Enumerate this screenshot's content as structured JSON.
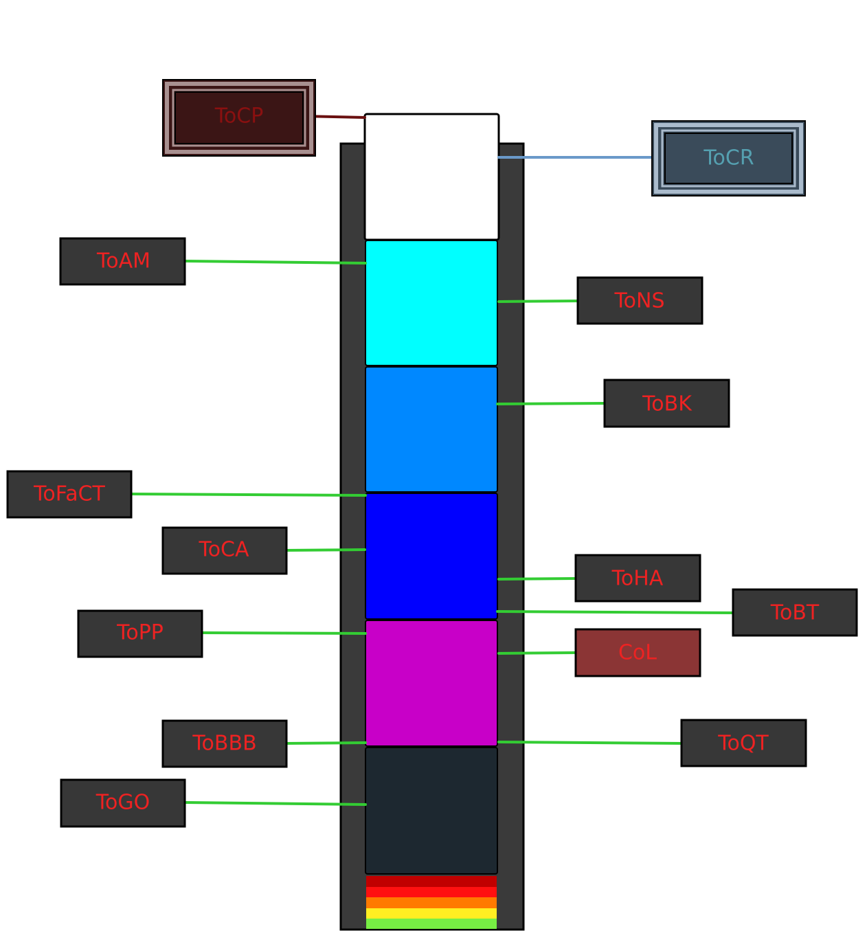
{
  "colors": {
    "label_box_fill": "#373737",
    "label_text": "#ee2222",
    "connector": "#33cc33",
    "tower_frame": "#3a3a3a",
    "tocp_box": "#3b1515",
    "tocp_text": "#8a1010",
    "tocp_connector": "#6a1010",
    "tocr_box": "#3a4b5a",
    "tocr_text": "#55a0b0",
    "tocr_connector": "#6a99c9",
    "col_box": "#8b3535"
  },
  "tower": {
    "segments": [
      {
        "name": "white",
        "color": "#ffffff"
      },
      {
        "name": "cyan",
        "color": "#00ffff"
      },
      {
        "name": "azure",
        "color": "#0088ff"
      },
      {
        "name": "blue",
        "color": "#0000ff"
      },
      {
        "name": "magenta",
        "color": "#c800c8"
      },
      {
        "name": "dark-navy",
        "color": "#1d2830"
      }
    ],
    "stripes": [
      "#c00000",
      "#ff1010",
      "#ff7a00",
      "#ffee22",
      "#77ee44"
    ]
  },
  "labels": [
    {
      "id": "tocp",
      "text": "ToCP",
      "style": "special-red"
    },
    {
      "id": "tocr",
      "text": "ToCR",
      "style": "special-blue"
    },
    {
      "id": "toam",
      "text": "ToAM",
      "style": "normal"
    },
    {
      "id": "tons",
      "text": "ToNS",
      "style": "normal"
    },
    {
      "id": "tobk",
      "text": "ToBK",
      "style": "normal"
    },
    {
      "id": "tofact",
      "text": "ToFaCT",
      "style": "normal"
    },
    {
      "id": "toca",
      "text": "ToCA",
      "style": "normal"
    },
    {
      "id": "toha",
      "text": "ToHA",
      "style": "normal"
    },
    {
      "id": "tobt",
      "text": "ToBT",
      "style": "normal"
    },
    {
      "id": "topp",
      "text": "ToPP",
      "style": "normal"
    },
    {
      "id": "col",
      "text": "CoL",
      "style": "col"
    },
    {
      "id": "tobbb",
      "text": "ToBBB",
      "style": "normal"
    },
    {
      "id": "toqt",
      "text": "ToQT",
      "style": "normal"
    },
    {
      "id": "togo",
      "text": "ToGO",
      "style": "normal"
    }
  ]
}
